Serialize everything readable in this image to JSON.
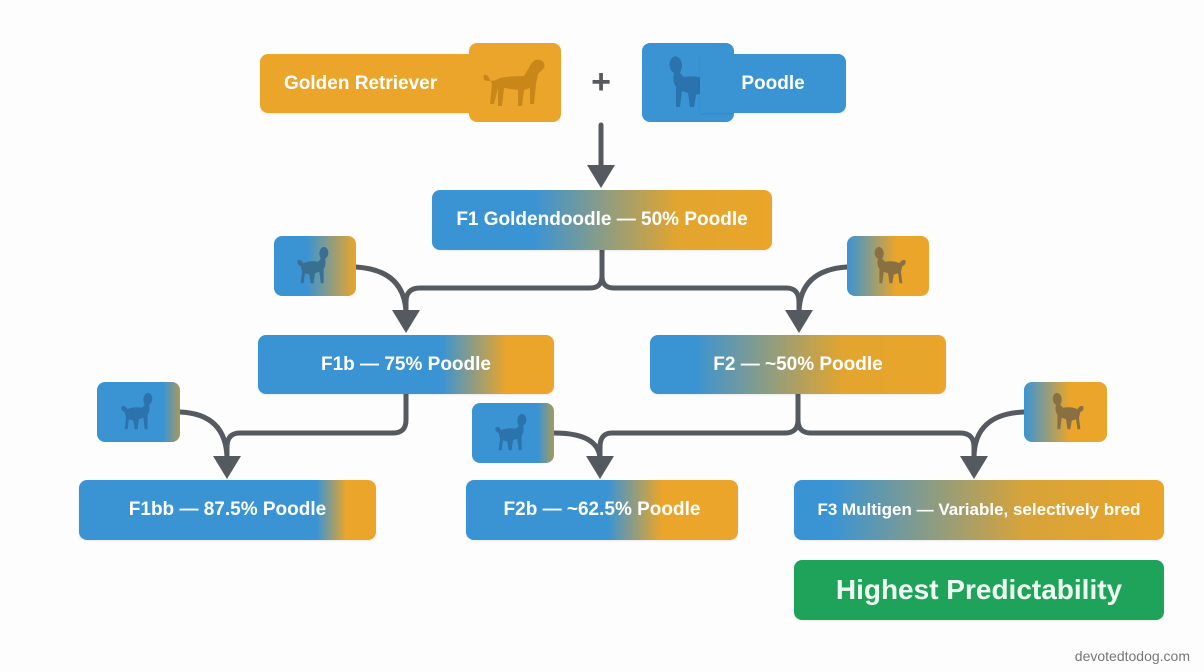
{
  "diagram": {
    "parents": {
      "left": {
        "label": "Golden Retriever",
        "icon": "golden-retriever-icon",
        "color": "#eaa52a"
      },
      "operator": "+",
      "right": {
        "label": "Poodle",
        "icon": "poodle-icon",
        "color": "#3a94d4"
      }
    },
    "nodes": {
      "f1": {
        "label": "F1 Goldendoodle — 50% Poodle"
      },
      "f1b": {
        "label": "F1b — 75% Poodle"
      },
      "f2": {
        "label": "F2 — ~50% Poodle"
      },
      "f1bb": {
        "label": "F1bb — 87.5% Poodle"
      },
      "f2b": {
        "label": "F2b — ~62.5% Poodle"
      },
      "f3": {
        "label": "F3 Multigen — Variable, selectively bred"
      }
    },
    "badge": {
      "label": "Highest Predictability",
      "color": "#1fa35a"
    },
    "colors": {
      "poodle_blue": "#3a94d4",
      "golden_gold": "#eaa52a",
      "arrow": "#555a60"
    }
  },
  "footer": {
    "source": "devotedtodog.com"
  }
}
